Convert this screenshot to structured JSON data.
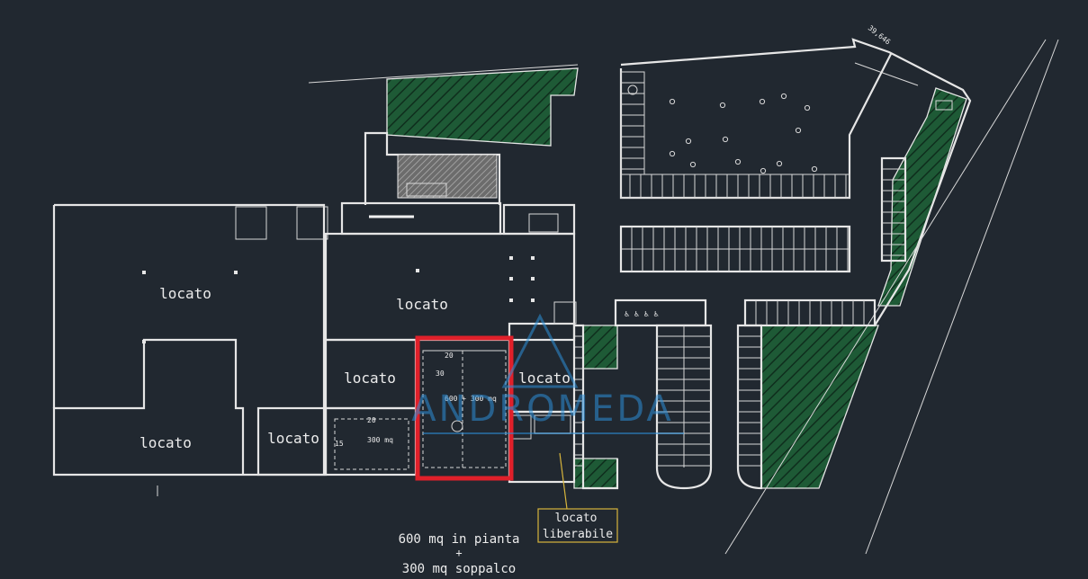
{
  "colors": {
    "background": "#212830",
    "lines": "#e6e6e6",
    "green_area": "#1e5a36",
    "highlight": "#e0202a",
    "leader": "#d6b43c",
    "watermark": "#2c8fd8"
  },
  "rooms": {
    "west_large": "locato",
    "west_south": "locato",
    "center_north": "locato",
    "center_mid": "locato",
    "center_small": "locato",
    "east_unit": "locato"
  },
  "highlighted_unit": {
    "area_label": "600 + 300 mq",
    "dim_top": "20",
    "dim_side": "30"
  },
  "adjacent_unit": {
    "area_label": "300 mq",
    "dim_top": "20",
    "dim_side": "15"
  },
  "annotations": {
    "callout_line1": "600 mq in pianta",
    "callout_plus": "+",
    "callout_line2": "300 mq soppalco",
    "box_line1": "locato",
    "box_line2": "liberabile",
    "survey_mark": "39,646"
  },
  "watermark": {
    "text": "ANDROMEDA"
  }
}
